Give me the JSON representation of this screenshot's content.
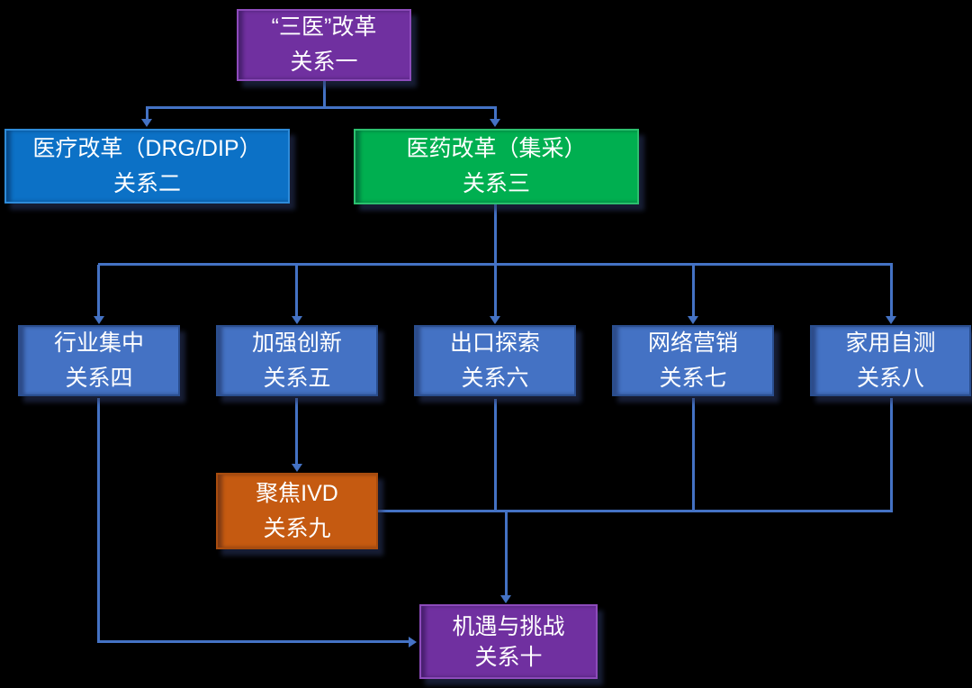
{
  "canvas": {
    "background": "#000000"
  },
  "colors": {
    "connector": "#4472C4",
    "purple": "#7030A0",
    "blue_dark": "#0C71C6",
    "green": "#00AF50",
    "blue_mid": "#4472C4",
    "orange": "#C55A11",
    "text": "#FFFFFF"
  },
  "nodes": {
    "san_yi": {
      "line1": "“三医”改革",
      "line2": "关系一"
    },
    "yi_liao": {
      "line1": "医疗改革（DRG/DIP）",
      "line2": "关系二"
    },
    "yi_yao": {
      "line1": "医药改革（集采）",
      "line2": "关系三"
    },
    "hang_ye": {
      "line1": "行业集中",
      "line2": "关系四"
    },
    "jia_qiang": {
      "line1": "加强创新",
      "line2": "关系五"
    },
    "chu_kou": {
      "line1": "出口探索",
      "line2": "关系六"
    },
    "wang_luo": {
      "line1": "网络营销",
      "line2": "关系七"
    },
    "jia_yong": {
      "line1": "家用自测",
      "line2": "关系八"
    },
    "ju_jiao": {
      "line1": "聚焦IVD",
      "line2": "关系九"
    },
    "ji_yu": {
      "line1": "机遇与挑战",
      "line2": "关系十"
    }
  },
  "edges": [
    {
      "from": "san_yi",
      "to": "yi_liao"
    },
    {
      "from": "san_yi",
      "to": "yi_yao"
    },
    {
      "from": "yi_yao",
      "to": "hang_ye"
    },
    {
      "from": "yi_yao",
      "to": "jia_qiang"
    },
    {
      "from": "yi_yao",
      "to": "chu_kou"
    },
    {
      "from": "yi_yao",
      "to": "wang_luo"
    },
    {
      "from": "yi_yao",
      "to": "jia_yong"
    },
    {
      "from": "jia_qiang",
      "to": "ju_jiao"
    },
    {
      "from": "chu_kou",
      "to": "ji_yu"
    },
    {
      "from": "wang_luo",
      "to": "ji_yu"
    },
    {
      "from": "jia_yong",
      "to": "ji_yu"
    },
    {
      "from": "ju_jiao",
      "to": "ji_yu"
    },
    {
      "from": "hang_ye",
      "to": "ji_yu"
    }
  ]
}
